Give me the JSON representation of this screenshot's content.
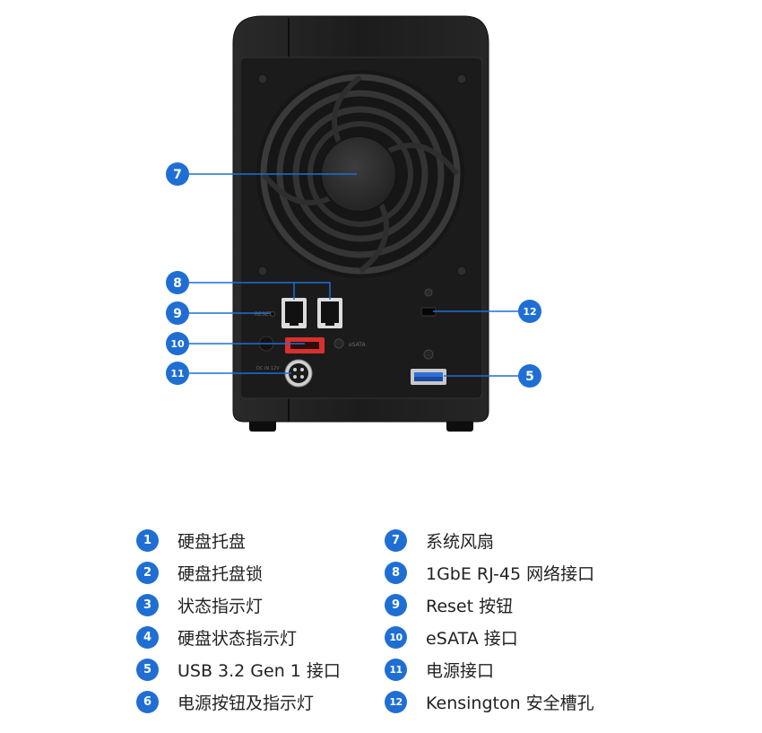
{
  "callouts": [
    {
      "number": "7"
    },
    {
      "number": "8"
    },
    {
      "number": "9"
    },
    {
      "number": "10"
    },
    {
      "number": "11"
    },
    {
      "number": "12"
    },
    {
      "number": "5"
    }
  ],
  "device_labels": {
    "reset": "RESET",
    "esata": "eSATA",
    "dc_in": "DC IN 12V"
  },
  "legend": {
    "left": [
      {
        "number": "1",
        "label": "硬盘托盘"
      },
      {
        "number": "2",
        "label": "硬盘托盘锁"
      },
      {
        "number": "3",
        "label": "状态指示灯"
      },
      {
        "number": "4",
        "label": "硬盘状态指示灯"
      },
      {
        "number": "5",
        "label": "USB 3.2 Gen 1 接口"
      },
      {
        "number": "6",
        "label": "电源按钮及指示灯"
      }
    ],
    "right": [
      {
        "number": "7",
        "label": "系统风扇"
      },
      {
        "number": "8",
        "label": "1GbE RJ-45 网络接口"
      },
      {
        "number": "9",
        "label": "Reset 按钮"
      },
      {
        "number": "10",
        "label": "eSATA 接口"
      },
      {
        "number": "11",
        "label": "电源接口"
      },
      {
        "number": "12",
        "label": "Kensington 安全槽孔"
      }
    ]
  },
  "colors": {
    "accent": "#1f6ed4",
    "device_body": "#1e1e1e",
    "esata_port": "#d9302c",
    "usb_port": "#2f6fd6"
  }
}
